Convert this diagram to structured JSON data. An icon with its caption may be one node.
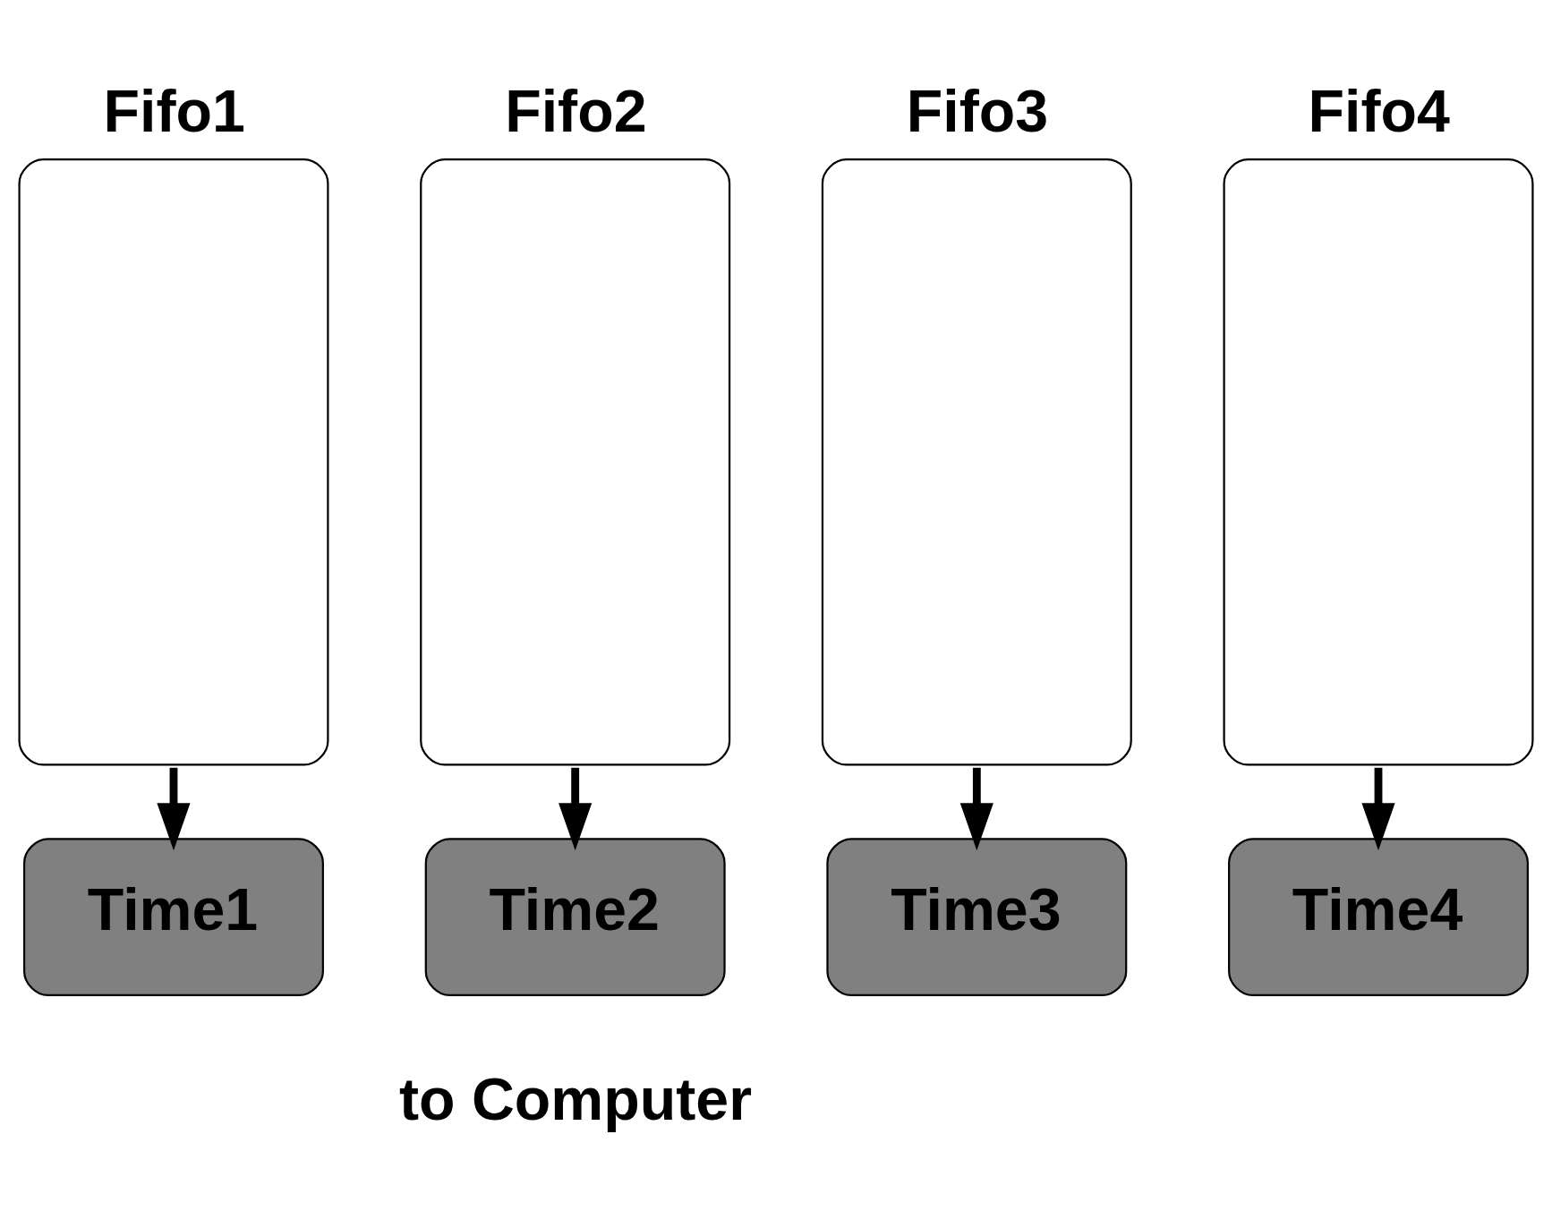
{
  "diagram": {
    "nodes": [
      {
        "text": [
          "Fifo1"
        ]
      },
      {
        "text": [
          "Fifo2"
        ]
      },
      {
        "text": [
          "Fifo3"
        ]
      },
      {
        "text": [
          "Fifo4"
        ]
      },
      {
        "text": [
          "Time1"
        ]
      },
      {
        "text": [
          "Time2"
        ]
      },
      {
        "text": [
          "Time3"
        ]
      },
      {
        "text": [
          "Time4"
        ]
      }
    ],
    "edges": [
      {
        "from": 0,
        "to": 4,
        "arrow": "to"
      },
      {
        "from": 1,
        "to": 5,
        "arrow": "to"
      },
      {
        "from": 2,
        "to": 6,
        "arrow": "to"
      },
      {
        "from": 3,
        "to": 7,
        "arrow": "to"
      }
    ],
    "labels": [
      "to Computer"
    ]
  }
}
